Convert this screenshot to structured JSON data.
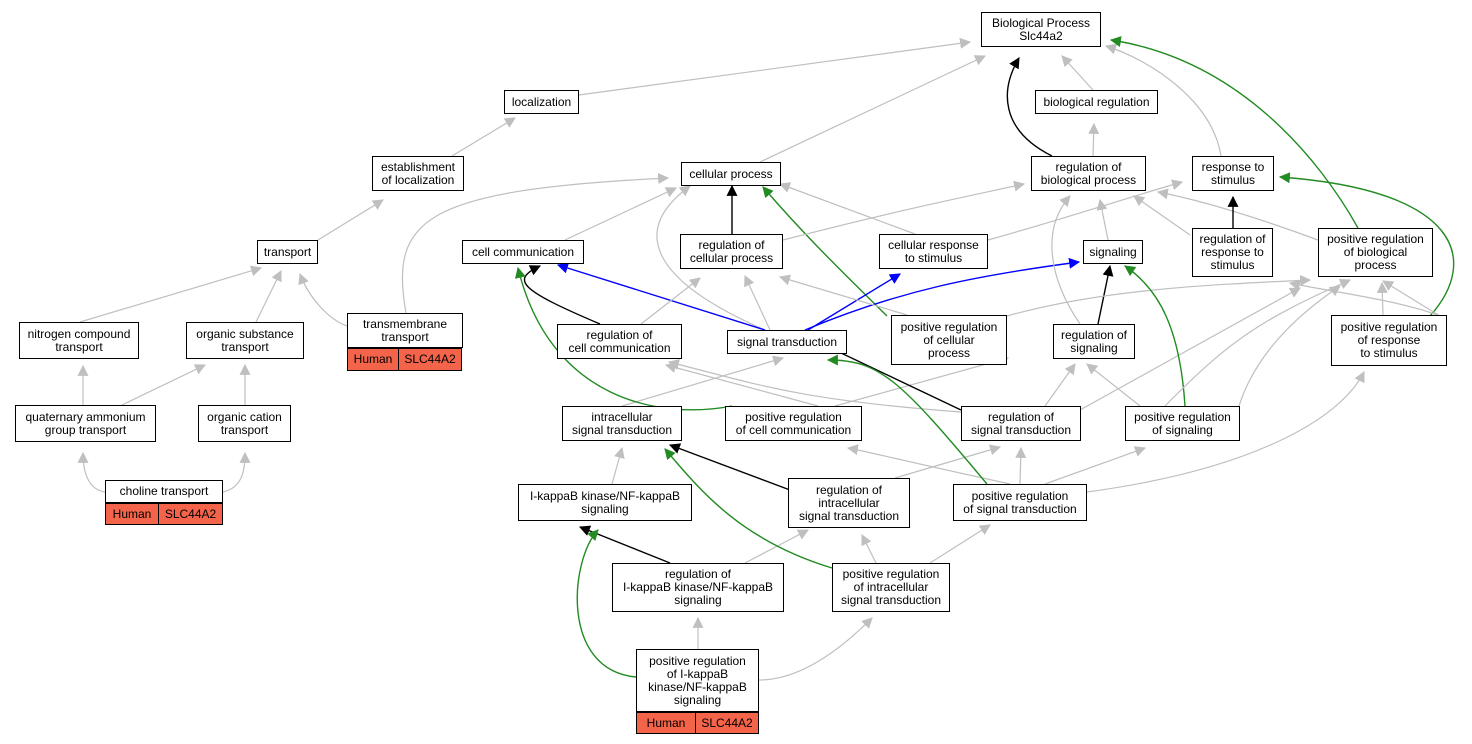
{
  "nodes": {
    "bp": "Biological Process\nSlc44a2",
    "localization": "localization",
    "bioreg": "biological regulation",
    "estloc": "establishment\nof localization",
    "cellproc": "cellular process",
    "regbio": "regulation of\nbiological process",
    "resp": "response to\nstimulus",
    "transport": "transport",
    "cellcomm": "cell communication",
    "regcell": "regulation of\ncellular process",
    "cellresp": "cellular response\nto stimulus",
    "signaling": "signaling",
    "regresp": "regulation of\nresponse to\nstimulus",
    "posregbio": "positive regulation\nof biological\nprocess",
    "nitro": "nitrogen compound\ntransport",
    "orgsub": "organic substance\ntransport",
    "tmtrans": "transmembrane\ntransport",
    "regcomm": "regulation of\ncell communication",
    "sigtrans": "signal transduction",
    "posregcell": "positive regulation\nof cellular\nprocess",
    "regsig": "regulation of\nsignaling",
    "posregresp": "positive regulation\nof response\nto stimulus",
    "quat": "quaternary ammonium\ngroup transport",
    "orgcat": "organic cation\ntransport",
    "intra": "intracellular\nsignal transduction",
    "posregcomm": "positive regulation\nof cell communication",
    "regsigtrans": "regulation of\nsignal transduction",
    "posregsig": "positive regulation\nof signaling",
    "choline": "choline transport",
    "ikk": "I-kappaB kinase/NF-kappaB\nsignaling",
    "regintra": "regulation of\nintracellular\nsignal transduction",
    "posregsigtrans": "positive regulation\nof signal transduction",
    "regikk": "regulation of\nI-kappaB kinase/NF-kappaB\nsignaling",
    "posregintra": "positive regulation\nof intracellular\nsignal transduction",
    "posregikk": "positive regulation\nof I-kappaB\nkinase/NF-kappaB\nsignaling"
  },
  "annotations": {
    "tmtrans": {
      "species": "Human",
      "gene": "SLC44A2"
    },
    "choline": {
      "species": "Human",
      "gene": "SLC44A2"
    },
    "posregikk": {
      "species": "Human",
      "gene": "SLC44A2"
    }
  },
  "edge_colors": {
    "is_a": "#bfbfbf",
    "regulates": "#000000",
    "positively_regulates": "#228b22",
    "part_of": "#0000ff"
  },
  "tag_color": "#f4644a"
}
